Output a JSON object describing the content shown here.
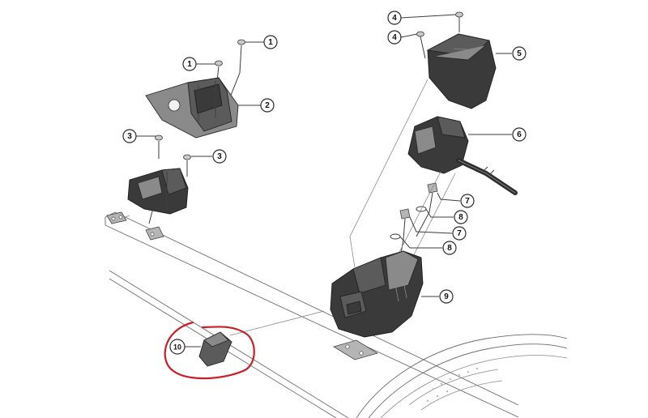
{
  "callouts": {
    "c1a": "1",
    "c1b": "1",
    "c2": "2",
    "c3a": "3",
    "c3b": "3",
    "c4a": "4",
    "c4b": "4",
    "c5": "5",
    "c6": "6",
    "c7a": "7",
    "c7b": "7",
    "c8a": "8",
    "c8b": "8",
    "c9": "9",
    "c10": "10"
  },
  "colors": {
    "highlight_ring": "#cc1d22",
    "part_dark": "#3a3a3a",
    "line_art": "#6d6d6d"
  }
}
